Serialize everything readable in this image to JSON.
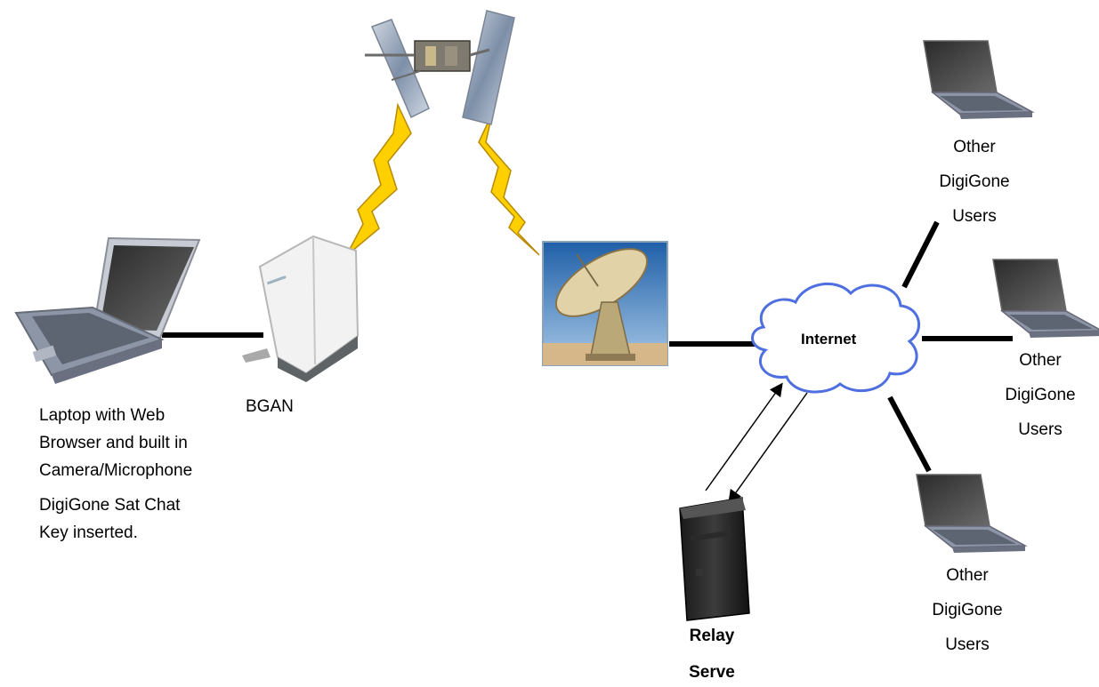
{
  "laptop_label": {
    "line1": "Laptop with Web",
    "line2": "Browser and built in",
    "line3": "Camera/Microphone",
    "line4": "DigiGone Sat Chat",
    "line5": "Key inserted."
  },
  "bgan_label": "BGAN",
  "internet_label": "Internet",
  "relay_label": {
    "line1": "Relay",
    "line2": "Serve"
  },
  "other_users": [
    {
      "line1": "Other",
      "line2": "DigiGone",
      "line3": "Users"
    },
    {
      "line1": "Other",
      "line2": "DigiGone",
      "line3": "Users"
    },
    {
      "line1": "Other",
      "line2": "DigiGone",
      "line3": "Users"
    }
  ],
  "colors": {
    "lightning": "#FFD000",
    "lightning_stroke": "#B88A00",
    "cloud_fill": "#FFFFFF",
    "cloud_stroke": "#4F6FE0",
    "link": "#000000"
  },
  "icons": [
    "satellite-icon",
    "laptop-icon",
    "bgan-terminal-icon",
    "dish-antenna-icon",
    "cloud-icon",
    "server-icon"
  ]
}
